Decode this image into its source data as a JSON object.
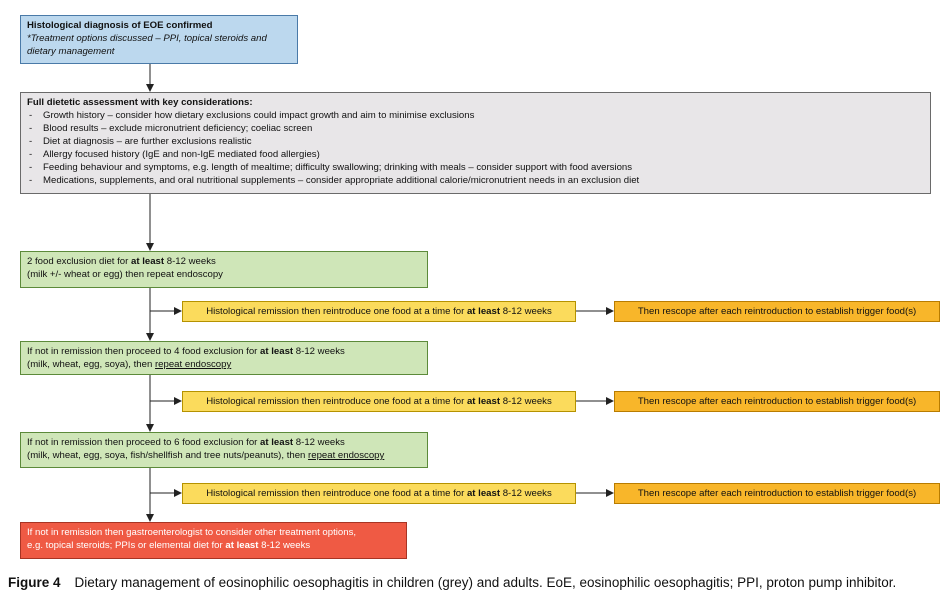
{
  "box1": {
    "title": "Histological diagnosis of EOE confirmed",
    "subtitle": "*Treatment options discussed – PPI, topical steroids and dietary management"
  },
  "box2": {
    "title": "Full dietetic assessment with key considerations:",
    "items": [
      "Growth history – consider how dietary exclusions could impact growth and aim to minimise exclusions",
      "Blood results – exclude micronutrient deficiency; coeliac screen",
      "Diet at diagnosis – are further exclusions realistic",
      "Allergy focused history (IgE and non-IgE mediated food allergies)",
      "Feeding behaviour and symptoms, e.g. length of mealtime; difficulty swallowing; drinking with meals – consider support with food aversions",
      "Medications, supplements, and oral nutritional supplements – consider appropriate additional calorie/micronutrient needs in an exclusion diet"
    ]
  },
  "step1": {
    "pre": "2 food exclusion diet for ",
    "bold": "at least",
    "post": " 8-12 weeks",
    "line2": "(milk +/- wheat or egg) then repeat endoscopy"
  },
  "step2": {
    "pre": "If not in remission then proceed to 4 food exclusion for ",
    "bold": "at least",
    "post": " 8-12 weeks",
    "line2_pre": "(milk, wheat, egg, soya), then ",
    "line2_u": "repeat endoscopy"
  },
  "step3": {
    "pre": "If not in remission then proceed to 6 food exclusion for ",
    "bold": "at least",
    "post": " 8-12 weeks",
    "line2_pre": "(milk, wheat, egg, soya, fish/shellfish and tree nuts/peanuts), then ",
    "line2_u": "repeat endoscopy"
  },
  "remission": {
    "pre": "Histological remission then reintroduce one food at a time for ",
    "bold": "at least",
    "post": " 8-12 weeks"
  },
  "rescope": "Then rescope after each reintroduction to establish trigger food(s)",
  "final": {
    "line1": "If not in remission then gastroenterologist to consider other treatment options,",
    "line2_pre": "e.g. topical steroids; PPIs or elemental diet for ",
    "line2_bold": "at least",
    "line2_post": " 8-12 weeks"
  },
  "caption": {
    "label": "Figure 4",
    "text": "Dietary management of eosinophilic oesophagitis in children (grey) and adults. EoE, eosinophilic oesophagitis; PPI, proton pump inhibitor."
  },
  "colors": {
    "blue": "#bcd8ee",
    "grey": "#e8e6e8",
    "green": "#cfe6b8",
    "yellow": "#fbdb5c",
    "orange": "#f8b62a",
    "red": "#ef5a44"
  }
}
